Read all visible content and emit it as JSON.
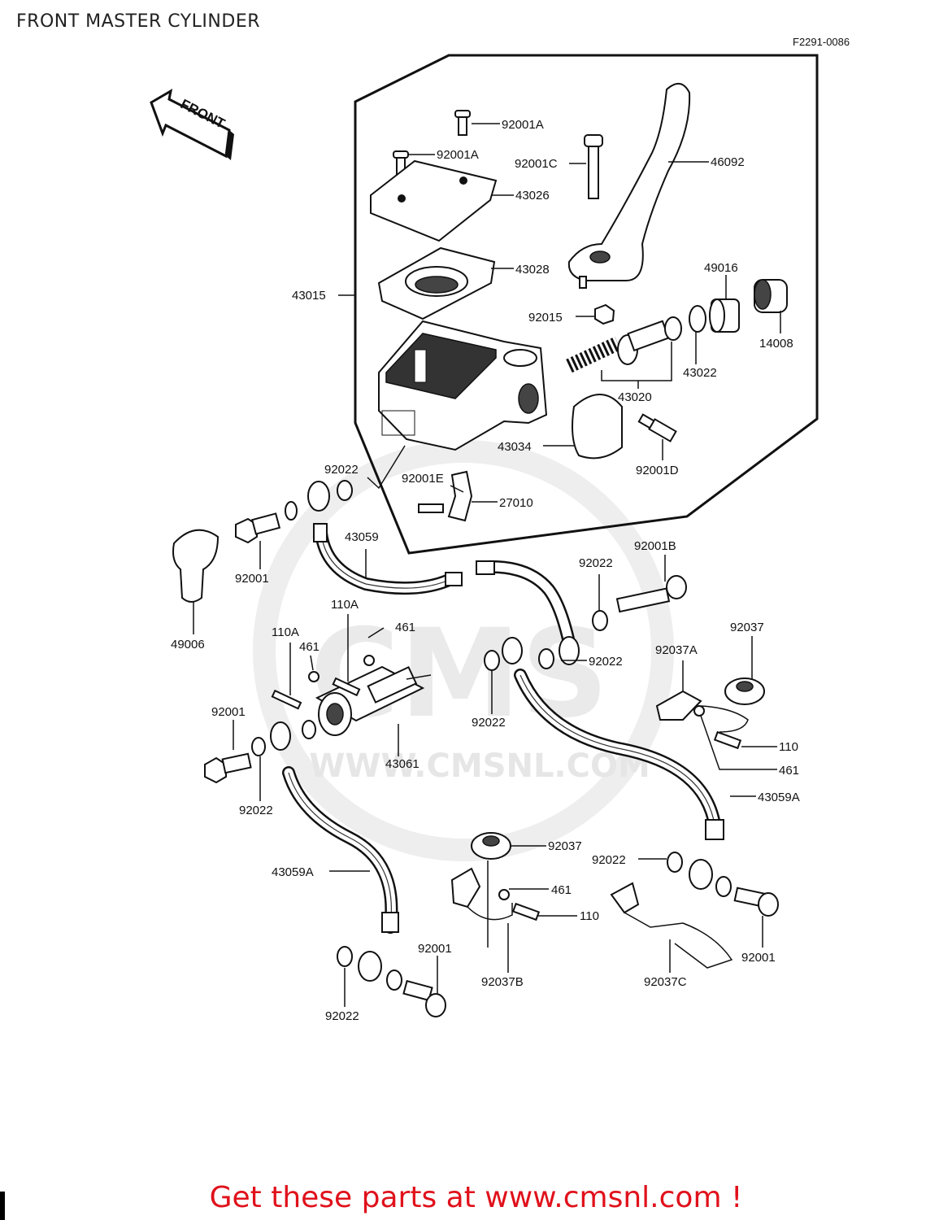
{
  "header": {
    "title": "FRONT MASTER CYLINDER",
    "diagram_code": "F2291-0086"
  },
  "front_arrow": {
    "text": "FRONT"
  },
  "watermark": {
    "logo_text": "CMS",
    "url": "WWW.CMSNL.COM"
  },
  "footer": {
    "link_text": "Get these parts at www.cmsnl.com !",
    "color": "#e0111b"
  },
  "labels": [
    "92001A",
    "92001A",
    "92001C",
    "46092",
    "43026",
    "43028",
    "43015",
    "49016",
    "92015",
    "14008",
    "43022",
    "43020",
    "43034",
    "92001D",
    "92022",
    "92001E",
    "27010",
    "92001",
    "43059",
    "49006",
    "92001B",
    "92022",
    "110A",
    "461",
    "110A",
    "461",
    "92022",
    "92037",
    "92037A",
    "92022",
    "43061",
    "92001",
    "110",
    "461",
    "43059A",
    "92022",
    "92037",
    "92022",
    "43059A",
    "461",
    "110",
    "92001",
    "92037B",
    "92037C",
    "92022",
    "92001"
  ]
}
